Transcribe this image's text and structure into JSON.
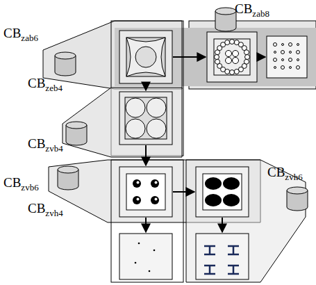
{
  "diagram": {
    "labels": [
      "CBzab8",
      "CBzab6",
      "CBzeb4",
      "CBzvb4",
      "CBzvb6",
      "CBzvh4",
      "CBzvh6"
    ]
  }
}
